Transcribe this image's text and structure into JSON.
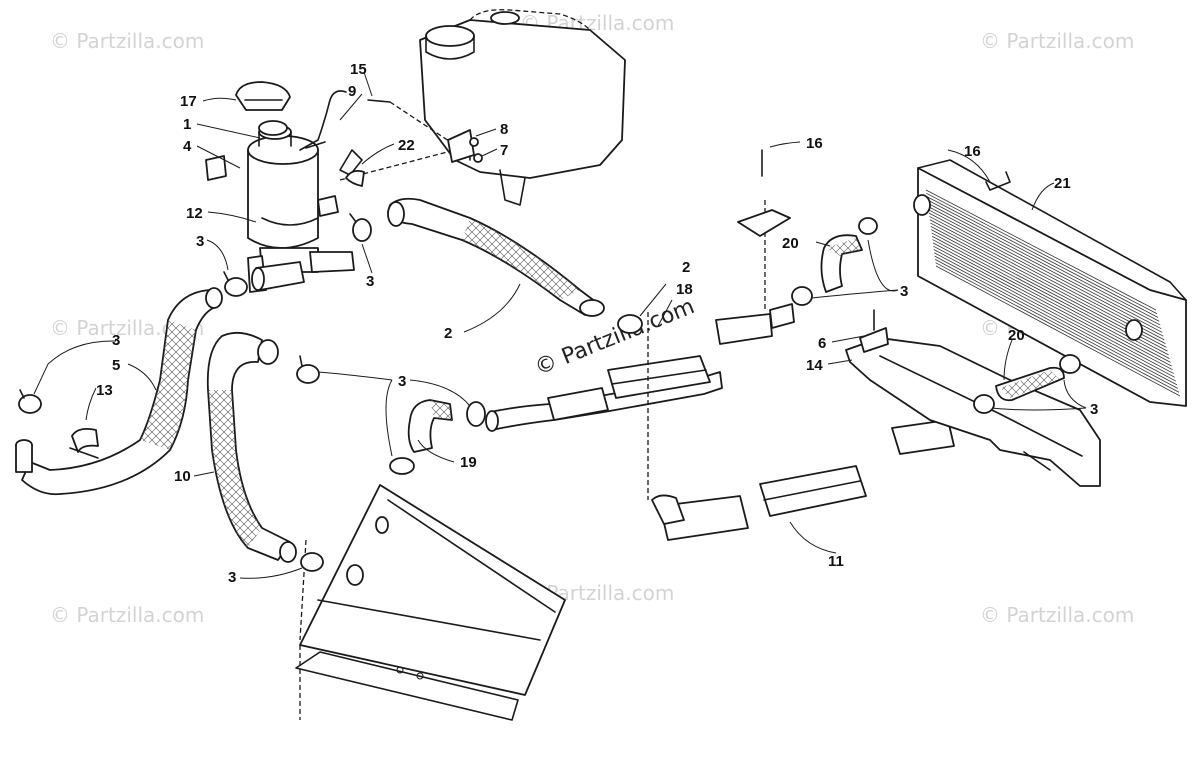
{
  "watermark": "© Partzilla.com",
  "callouts": {
    "c1": "1",
    "c2a": "2",
    "c2b": "2",
    "c3a": "3",
    "c3b": "3",
    "c3c": "3",
    "c3d": "3",
    "c3e": "3",
    "c3f": "3",
    "c3g": "3",
    "c4": "4",
    "c5": "5",
    "c6": "6",
    "c7": "7",
    "c8": "8",
    "c9": "9",
    "c10": "10",
    "c11": "11",
    "c12": "12",
    "c13": "13",
    "c14": "14",
    "c15": "15",
    "c16a": "16",
    "c16b": "16",
    "c17": "17",
    "c18": "18",
    "c19": "19",
    "c20a": "20",
    "c20b": "20",
    "c21": "21",
    "c22": "22"
  },
  "colors": {
    "line": "#1a1a1a",
    "background": "#ffffff",
    "watermark": "#d3d3d3"
  }
}
